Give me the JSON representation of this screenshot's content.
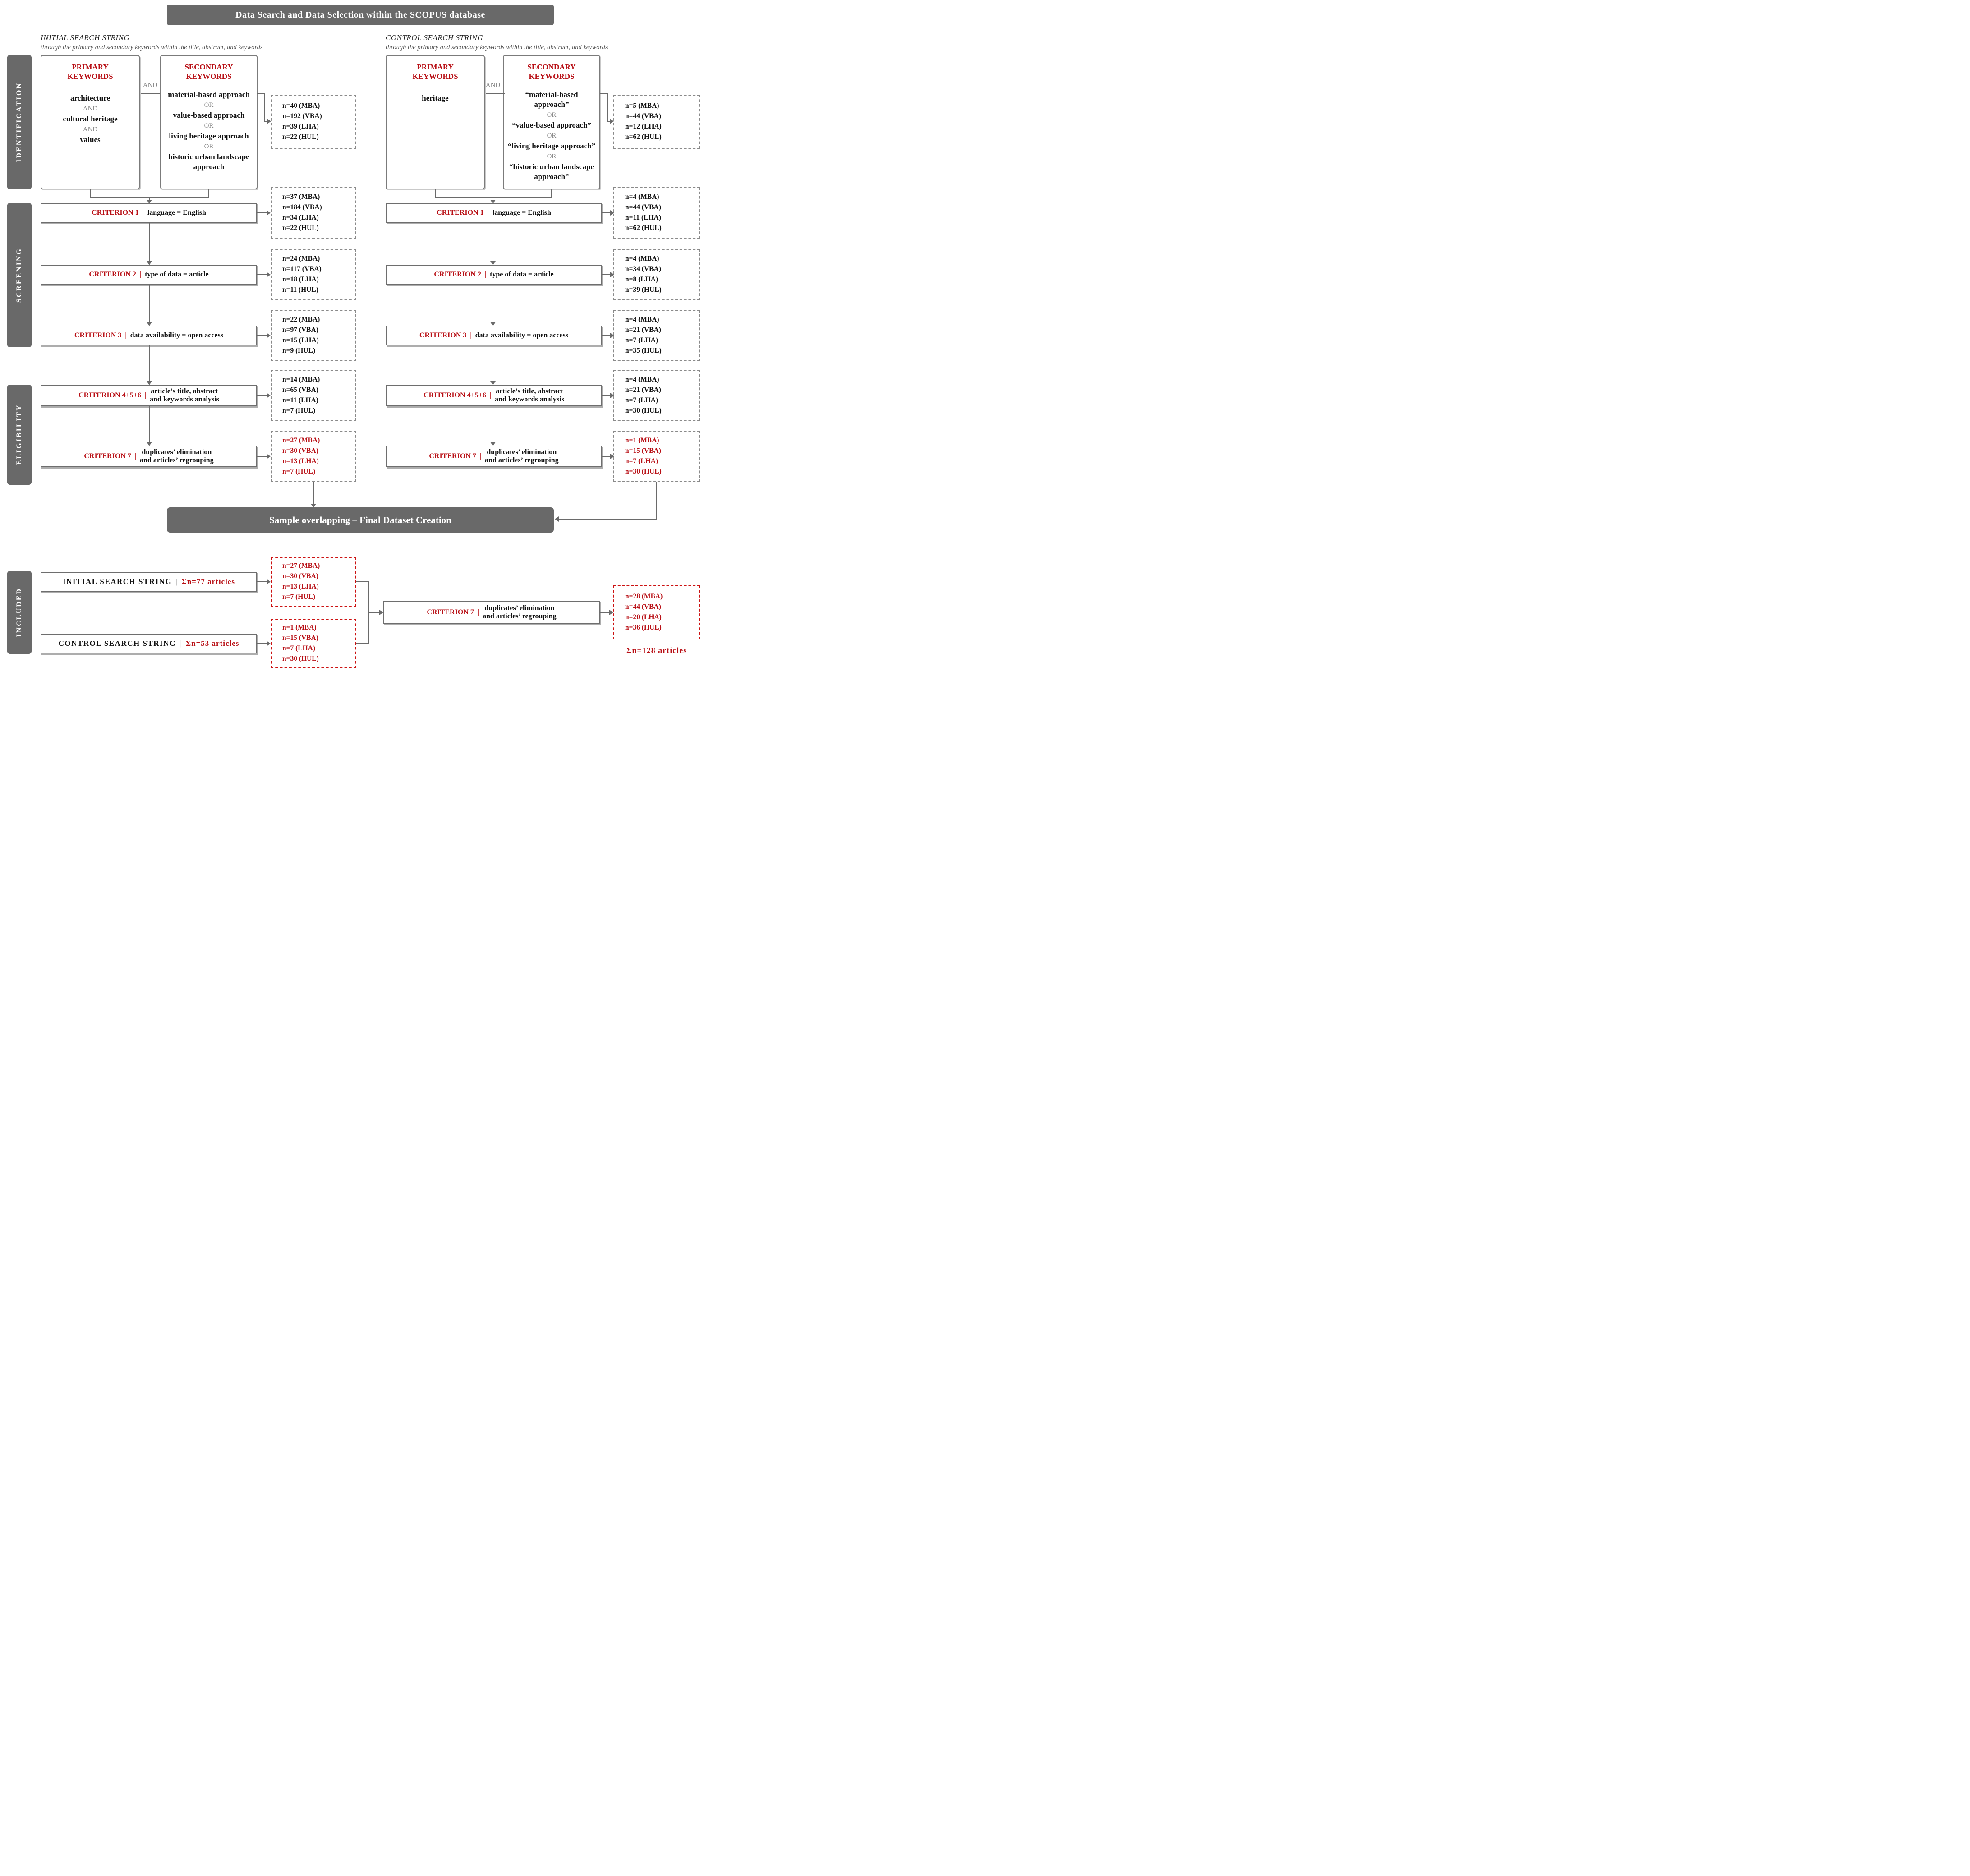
{
  "title": "Data Search and Data Selection within the SCOPUS database",
  "colors": {
    "bar_gray": "#696969",
    "line_gray": "#6a6a6a",
    "red_text": "#b80f15",
    "red_border": "#cc1212",
    "gray_operator": "#868686"
  },
  "stage_labels": [
    "IDENTIFICATION",
    "SCREENING",
    "ELIGIBILITY",
    "INCLUDED"
  ],
  "initial": {
    "header": "INITIAL SEARCH STRING",
    "subheader": "through the primary and secondary keywords within the title, abstract, and keywords",
    "primary_title": "PRIMARY KEYWORDS",
    "primary_terms": [
      "architecture",
      "cultural heritage",
      "values"
    ],
    "primary_ops": [
      "AND",
      "AND"
    ],
    "join_op": "AND",
    "secondary_title": "SECONDARY KEYWORDS",
    "secondary_terms": [
      "material-based approach",
      "value-based approach",
      "living heritage approach",
      "historic urban landscape approach"
    ],
    "secondary_ops": [
      "OR",
      "OR",
      "OR"
    ],
    "id_counts": [
      "n=40 (MBA)",
      "n=192 (VBA)",
      "n=39 (LHA)",
      "n=22 (HUL)"
    ]
  },
  "control": {
    "header": "CONTROL SEARCH STRING",
    "subheader": "through the primary and secondary keywords within the title, abstract, and keywords",
    "primary_title": "PRIMARY KEYWORDS",
    "primary_terms": [
      "heritage"
    ],
    "join_op": "AND",
    "secondary_title": "SECONDARY KEYWORDS",
    "secondary_terms": [
      "“material-based approach”",
      "“value-based approach”",
      "“living heritage approach”",
      "“historic urban landscape approach”"
    ],
    "secondary_ops": [
      "OR",
      "OR",
      "OR"
    ],
    "id_counts": [
      "n=5 (MBA)",
      "n=44 (VBA)",
      "n=12 (LHA)",
      "n=62 (HUL)"
    ]
  },
  "criteria": [
    {
      "label": "CRITERION 1",
      "pipe": "|",
      "desc": "language = English",
      "initial_counts": [
        "n=37 (MBA)",
        "n=184 (VBA)",
        "n=34 (LHA)",
        "n=22 (HUL)"
      ],
      "control_counts": [
        "n=4 (MBA)",
        "n=44 (VBA)",
        "n=11 (LHA)",
        "n=62 (HUL)"
      ]
    },
    {
      "label": "CRITERION 2",
      "pipe": "|",
      "desc": "type of data = article",
      "initial_counts": [
        "n=24 (MBA)",
        "n=117 (VBA)",
        "n=18 (LHA)",
        "n=11 (HUL)"
      ],
      "control_counts": [
        "n=4 (MBA)",
        "n=34 (VBA)",
        "n=8 (LHA)",
        "n=39 (HUL)"
      ]
    },
    {
      "label": "CRITERION 3",
      "pipe": "|",
      "desc": "data availability = open access",
      "initial_counts": [
        "n=22 (MBA)",
        "n=97 (VBA)",
        "n=15 (LHA)",
        "n=9 (HUL)"
      ],
      "control_counts": [
        "n=4 (MBA)",
        "n=21 (VBA)",
        "n=7 (LHA)",
        "n=35 (HUL)"
      ]
    },
    {
      "label": "CRITERION 4+5+6",
      "pipe": "|",
      "desc_line1": "article’s title, abstract",
      "desc_line2": "and keywords analysis",
      "initial_counts": [
        "n=14 (MBA)",
        "n=65 (VBA)",
        "n=11 (LHA)",
        "n=7 (HUL)"
      ],
      "control_counts": [
        "n=4 (MBA)",
        "n=21 (VBA)",
        "n=7 (LHA)",
        "n=30 (HUL)"
      ]
    },
    {
      "label": "CRITERION 7",
      "pipe": "|",
      "desc_line1": "duplicates’ elimination",
      "desc_line2": "and articles’ regrouping",
      "initial_counts": [
        "n=27 (MBA)",
        "n=30 (VBA)",
        "n=13 (LHA)",
        "n=7 (HUL)"
      ],
      "control_counts": [
        "n=1 (MBA)",
        "n=15 (VBA)",
        "n=7 (LHA)",
        "n=30 (HUL)"
      ]
    }
  ],
  "sample_bar": "Sample overlapping – Final Dataset Creation",
  "included": {
    "initial_label": "INITIAL SEARCH STRING",
    "pipe": "|",
    "initial_sum": "Σn=77 articles",
    "initial_counts": [
      "n=27 (MBA)",
      "n=30 (VBA)",
      "n=13 (LHA)",
      "n=7 (HUL)"
    ],
    "control_label": "CONTROL SEARCH STRING",
    "control_sum": "Σn=53 articles",
    "control_counts": [
      "n=1 (MBA)",
      "n=15 (VBA)",
      "n=7 (LHA)",
      "n=30 (HUL)"
    ],
    "criterion7_label": "CRITERION 7",
    "criterion7_desc_line1": "duplicates’ elimination",
    "criterion7_desc_line2": "and articles’ regrouping",
    "final_counts": [
      "n=28 (MBA)",
      "n=44 (VBA)",
      "n=20 (LHA)",
      "n=36 (HUL)"
    ],
    "final_sum": "Σn=128 articles"
  }
}
